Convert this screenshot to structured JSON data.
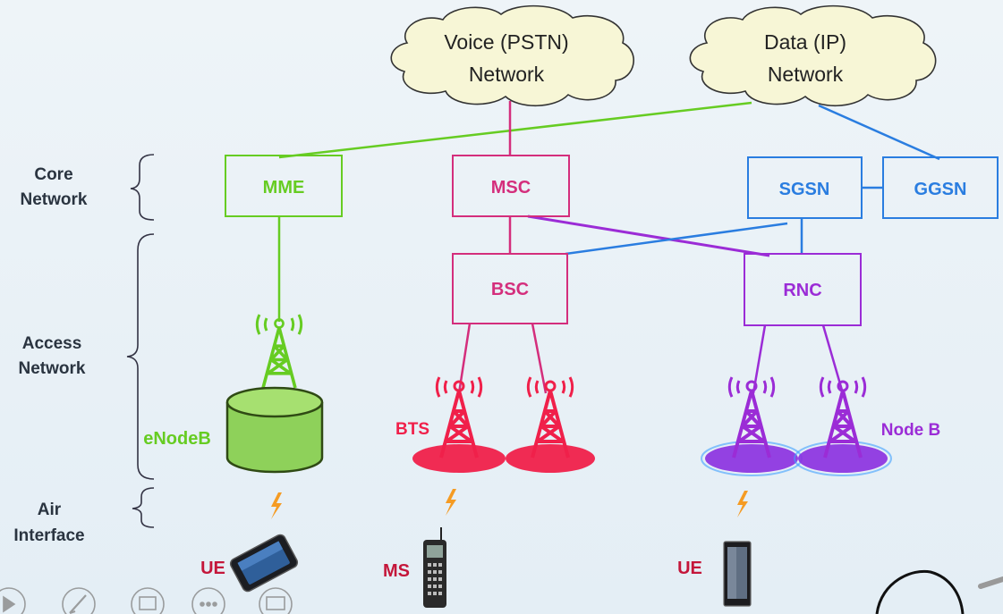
{
  "colors": {
    "lte": "#66cc22",
    "gsm": "#d42e7c",
    "umts": "#9b2cd6",
    "packet": "#2a7de0",
    "bts_red": "#f0204a",
    "cloud_fill": "#f7f6d6"
  },
  "clouds": {
    "voice": {
      "line1": "Voice (PSTN)",
      "line2": "Network"
    },
    "data": {
      "line1": "Data (IP)",
      "line2": "Network"
    }
  },
  "layers": {
    "core": {
      "line1": "Core",
      "line2": "Network"
    },
    "access": {
      "line1": "Access",
      "line2": "Network"
    },
    "air": {
      "line1": "Air",
      "line2": "Interface"
    }
  },
  "nodes": {
    "mme": "MME",
    "msc": "MSC",
    "sgsn": "SGSN",
    "ggsn": "GGSN",
    "bsc": "BSC",
    "rnc": "RNC"
  },
  "stations": {
    "enodeb": "eNodeB",
    "bts": "BTS",
    "nodeb": "Node B"
  },
  "devices": {
    "ue_lte": "UE",
    "ms": "MS",
    "ue_umts": "UE"
  },
  "toolbar": {
    "icons": [
      "play-icon",
      "pen-icon",
      "image-icon",
      "more-icon",
      "screen-icon"
    ]
  }
}
